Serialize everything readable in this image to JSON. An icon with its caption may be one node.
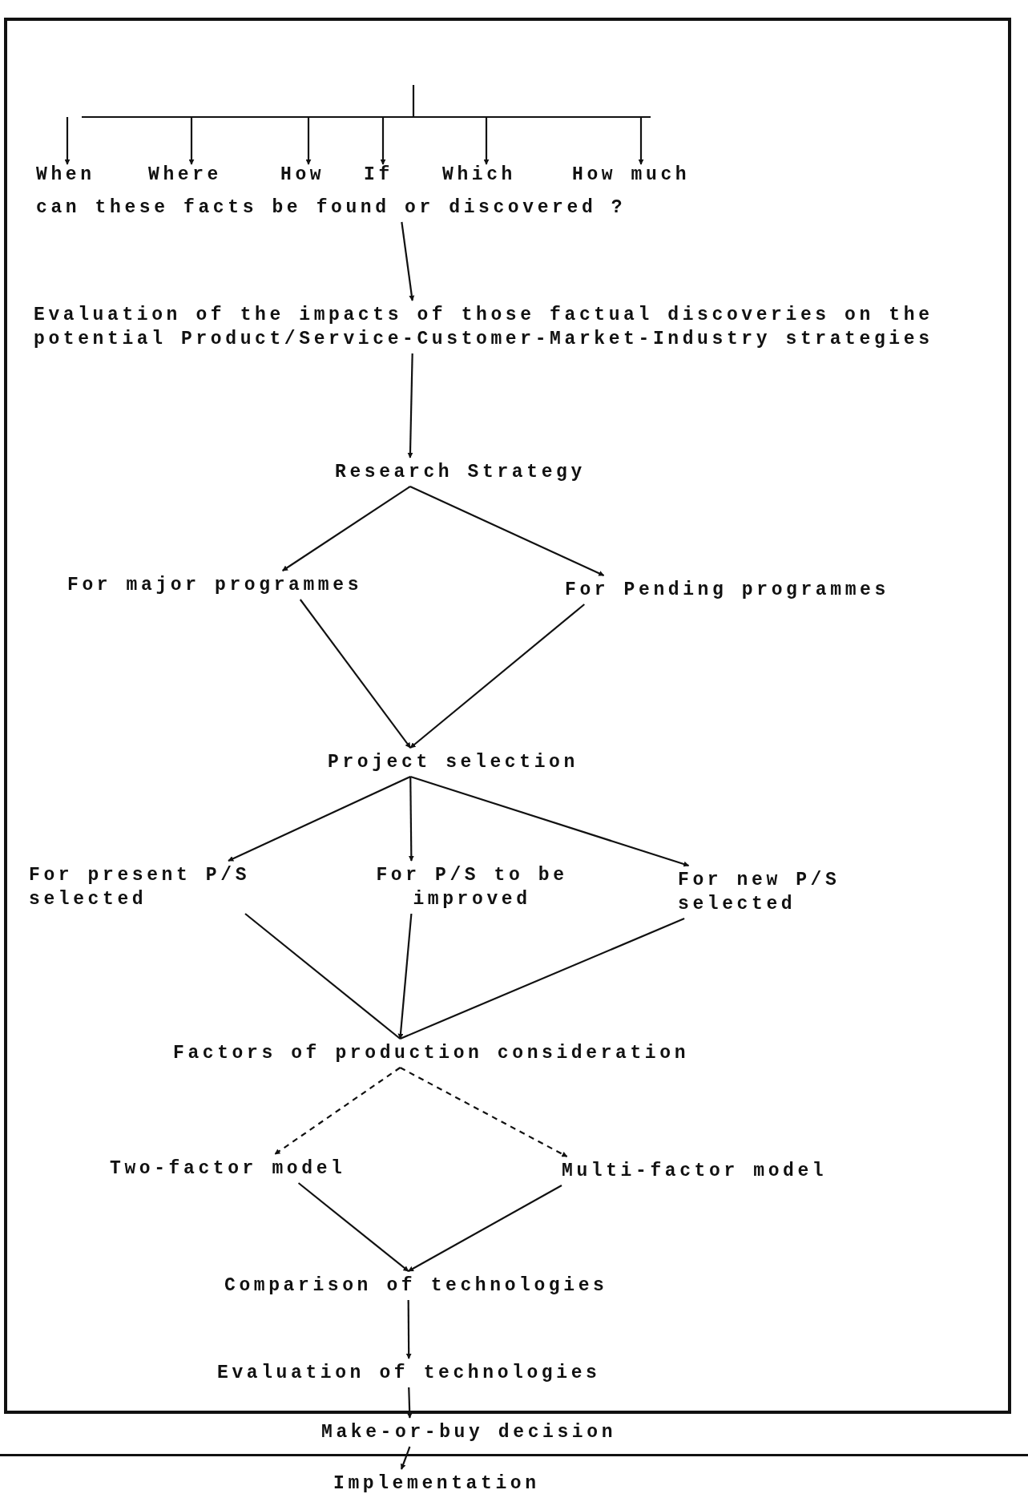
{
  "diagram": {
    "nodes": [
      {
        "text": [],
        "shape": "box"
      },
      {
        "text": [
          "When"
        ],
        "in": 0
      },
      {
        "text": [
          "Where"
        ],
        "in": 0
      },
      {
        "text": [
          "How"
        ],
        "in": 0
      },
      {
        "text": [
          "If"
        ],
        "in": 0
      },
      {
        "text": [
          "Which"
        ],
        "in": 0
      },
      {
        "text": [
          "How much"
        ],
        "in": 0
      },
      {
        "text": [
          "can these facts be found or discovered ?"
        ],
        "in": 0
      },
      {
        "text": [
          "Evaluation of the impacts of those factual discoveries on the potential Product/Service-Customer-Market-Industry strategies"
        ],
        "in": 0
      },
      {
        "text": [
          "Research Strategy"
        ],
        "in": 0
      },
      {
        "text": [
          "For major programmes"
        ],
        "in": 0
      },
      {
        "text": [
          "For Pending programmes"
        ],
        "in": 0
      },
      {
        "text": [
          "Project selection"
        ],
        "in": 0
      },
      {
        "text": [
          "For present P/S selected"
        ],
        "in": 0
      },
      {
        "text": [
          "For P/S to be improved"
        ],
        "in": 0
      },
      {
        "text": [
          "For new P/S selected"
        ],
        "in": 0
      },
      {
        "text": [
          "Factors of production consideration"
        ],
        "in": 0
      },
      {
        "text": [
          "Two-factor model"
        ],
        "in": 0
      },
      {
        "text": [
          "Multi-factor model"
        ],
        "in": 0
      },
      {
        "text": [
          "Comparison of technologies"
        ],
        "in": 0
      },
      {
        "text": [
          "Evaluation of technologies"
        ],
        "in": 0
      },
      {
        "text": [
          "Make-or-buy decision"
        ]
      },
      {
        "text": [
          "Implementation"
        ]
      }
    ],
    "edges": [
      {
        "from": null,
        "to": 1,
        "arrow": "to"
      },
      {
        "from": null,
        "to": 2,
        "arrow": "to"
      },
      {
        "from": null,
        "to": 3,
        "arrow": "to"
      },
      {
        "from": null,
        "to": 4,
        "arrow": "to"
      },
      {
        "from": null,
        "to": 5,
        "arrow": "to"
      },
      {
        "from": null,
        "to": 6,
        "arrow": "to"
      },
      {
        "from": 7,
        "to": 8,
        "arrow": "to"
      },
      {
        "from": 8,
        "to": 9,
        "arrow": "to"
      },
      {
        "from": 9,
        "to": 10,
        "arrow": "to"
      },
      {
        "from": 9,
        "to": 11,
        "arrow": "to"
      },
      {
        "from": 10,
        "to": 12,
        "arrow": "to"
      },
      {
        "from": 11,
        "to": 12,
        "arrow": "to"
      },
      {
        "from": 12,
        "to": 13,
        "arrow": "to"
      },
      {
        "from": 12,
        "to": 14,
        "arrow": "to"
      },
      {
        "from": 12,
        "to": 15,
        "arrow": "to"
      },
      {
        "from": 13,
        "to": 16,
        "arrow": "none"
      },
      {
        "from": 14,
        "to": 16,
        "arrow": "to"
      },
      {
        "from": 15,
        "to": 16,
        "arrow": "none"
      },
      {
        "from": 16,
        "to": 17,
        "arrow": "to",
        "style": "dashed"
      },
      {
        "from": 16,
        "to": 18,
        "arrow": "to",
        "style": "dashed"
      },
      {
        "from": 17,
        "to": 19,
        "arrow": "to"
      },
      {
        "from": 18,
        "to": 19,
        "arrow": "to"
      },
      {
        "from": 19,
        "to": 20,
        "arrow": "to"
      },
      {
        "from": 20,
        "to": 21,
        "arrow": "to"
      },
      {
        "from": 21,
        "to": 22,
        "arrow": "to"
      }
    ]
  }
}
